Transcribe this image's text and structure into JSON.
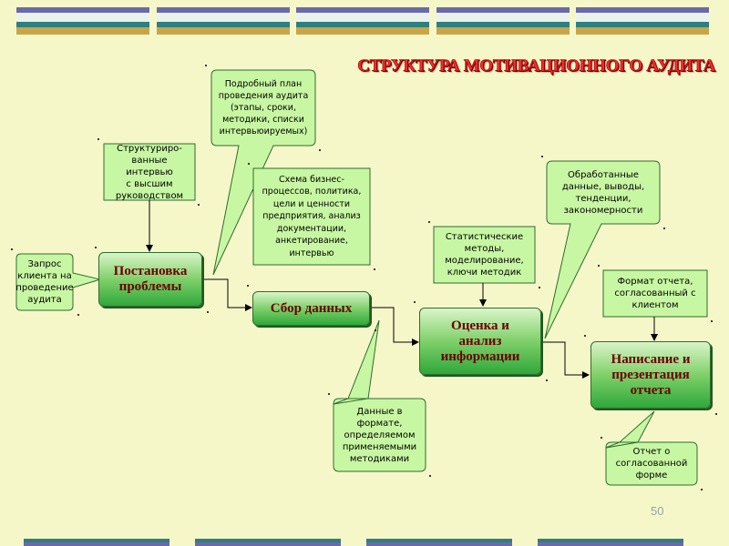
{
  "title": "СТРУКТУРА МОТИВАЦИОННОГО АУДИТА",
  "page_number": "50",
  "colors": {
    "background": "#f6f7c9",
    "title": "#ff2a2a",
    "process_text": "#6b0000",
    "process_fill_top": "#d9f5c8",
    "process_fill_bottom": "#2fa83a",
    "callout_fill": "#c8f7a3",
    "note_border": "#2f6b2f",
    "deco_teal": "#2f7f7f",
    "deco_purple": "#6a6aa8",
    "deco_gold": "#c8a648",
    "deco_light": "#eaf2ee"
  },
  "processes": {
    "problem": "Постановка\nпроблемы",
    "collect": "Сбор данных",
    "analysis": "Оценка и\nанализ\nинформации",
    "report": "Написание и\nпрезентация\nотчета"
  },
  "notes": {
    "client_request": "Запрос\nклиента на\nпроведение\nаудита",
    "structured_interviews": "Структуриро-\nванные интервью\nс высшим\nруководством",
    "audit_plan": "Подробный план\nпроведения аудита\n(этапы, сроки,\nметодики, списки\nинтервьюируемых)",
    "business_schema": "Схема бизнес-\nпроцессов, политика,\nцели и ценности\nпредприятия, анализ\nдокументации,\nанкетирование,\nинтервью",
    "stat_methods": "Статистические\nметоды,\nмоделирование,\nключи методик",
    "processed_data": "Обработанные\nданные, выводы,\nтенденции,\nзакономерности",
    "report_format": "Формат отчета,\nсогласованный с\nклиентом",
    "data_format": "Данные в\nформате,\nопределяемом\nприменяемыми\nметодиками",
    "agreed_report": "Отчет о\nсогласованной\nформе"
  }
}
